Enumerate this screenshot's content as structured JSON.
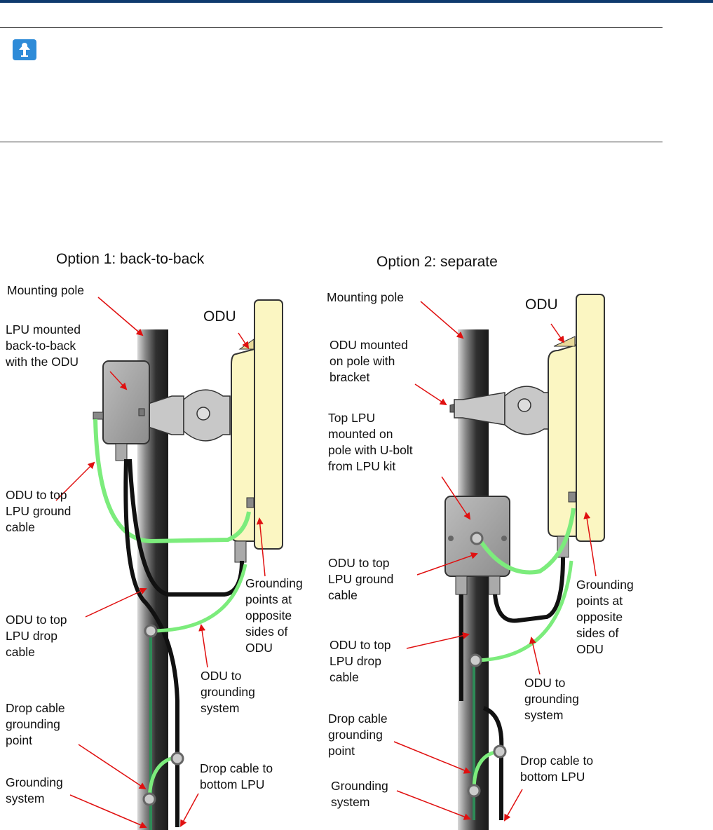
{
  "note": {
    "icon": "note-icon"
  },
  "diagram": {
    "option1": {
      "title": "Option 1: back-to-back",
      "labels": {
        "mounting_pole": "Mounting pole",
        "odu": "ODU",
        "lpu_mounted": [
          "LPU mounted",
          "back-to-back",
          "with the ODU"
        ],
        "ground_cable": [
          "ODU to top",
          "LPU  ground",
          "cable"
        ],
        "grounding_points": [
          "Grounding",
          "points at",
          "opposite",
          "sides of",
          "ODU"
        ],
        "drop_cable": [
          "ODU to top",
          "LPU  drop",
          "cable"
        ],
        "to_grounding": [
          "ODU to",
          "grounding",
          "system"
        ],
        "drop_ground_point": [
          "Drop cable",
          "grounding",
          "point"
        ],
        "drop_bottom": [
          "Drop cable to",
          "bottom LPU"
        ],
        "grounding_system": [
          "Grounding",
          "system"
        ]
      }
    },
    "option2": {
      "title": "Option 2: separate",
      "labels": {
        "mounting_pole": "Mounting pole",
        "odu": "ODU",
        "odu_mounted": [
          "ODU mounted",
          "on pole with",
          "bracket"
        ],
        "top_lpu": [
          "Top LPU",
          "mounted on",
          "pole with U-bolt",
          "from LPU kit"
        ],
        "ground_cable": [
          "ODU to top",
          "LPU  ground",
          "cable"
        ],
        "grounding_points": [
          "Grounding",
          "points at",
          "opposite",
          "sides of",
          "ODU"
        ],
        "drop_cable": [
          "ODU to top",
          "LPU  drop",
          "cable"
        ],
        "to_grounding": [
          "ODU to",
          "grounding",
          "system"
        ],
        "drop_ground_point": [
          "Drop cable",
          "grounding",
          "point"
        ],
        "drop_bottom": [
          "Drop cable to",
          "bottom LPU"
        ],
        "grounding_system": [
          "Grounding",
          "system"
        ]
      }
    }
  }
}
